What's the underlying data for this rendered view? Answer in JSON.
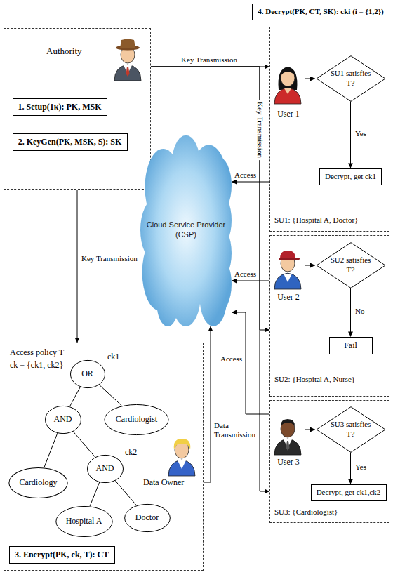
{
  "diagram": {
    "nodes": [
      {
        "text": [
          "Authority"
        ]
      },
      {
        "text": [
          "1. Setup(1κ): PK, MSK"
        ],
        "in": 0
      },
      {
        "text": [
          "2. KeyGen(PK, MSK, S): SK"
        ],
        "in": 0
      },
      {
        "text": [
          "4. Decrypt(PK, CT, SK): cki (i = {1,2})"
        ]
      },
      {
        "text": [
          "User 1",
          "SU1: {Hospital A, Doctor}"
        ]
      },
      {
        "text": [
          "SU1 satisfies T?"
        ],
        "in": 4
      },
      {
        "text": [
          "Decrypt, get ck1"
        ],
        "in": 4
      },
      {
        "text": [
          "User 2",
          "SU2: {Hospital A, Nurse}"
        ]
      },
      {
        "text": [
          "SU2 satisfies T?"
        ],
        "in": 7
      },
      {
        "text": [
          "Fail"
        ],
        "in": 7
      },
      {
        "text": [
          "User 3",
          "SU3: {Cardiologist}"
        ]
      },
      {
        "text": [
          "SU3 satisfies T?"
        ],
        "in": 10
      },
      {
        "text": [
          "Decrypt, get ck1,ck2"
        ],
        "in": 10
      },
      {
        "text": [
          "Cloud Service Provider (CSP)"
        ]
      },
      {
        "text": [
          "Access policy T",
          "ck = {ck1, ck2}",
          "Data Owner"
        ]
      },
      {
        "text": [
          "OR"
        ],
        "in": 14
      },
      {
        "text": [
          "AND"
        ],
        "in": 14
      },
      {
        "text": [
          "Cardiologist"
        ],
        "in": 14
      },
      {
        "text": [
          "Cardiology"
        ],
        "in": 14
      },
      {
        "text": [
          "AND"
        ],
        "in": 14
      },
      {
        "text": [
          "Hospital A"
        ],
        "in": 14
      },
      {
        "text": [
          "Doctor"
        ],
        "in": 14
      },
      {
        "text": [
          "3. Encrypt(PK, ck, T): CT"
        ],
        "in": 14
      }
    ],
    "edges": [
      {
        "from": 0,
        "to": 4,
        "label": "Key Transmission",
        "arrow": "to"
      },
      {
        "from": 0,
        "to": 14,
        "label": "Key Transmission",
        "arrow": "to"
      },
      {
        "from": 0,
        "to": 7,
        "arrow": "to"
      },
      {
        "from": 0,
        "to": 10,
        "label": "Key Transmission",
        "arrow": "to"
      },
      {
        "from": 14,
        "to": 13,
        "label": "Data Transmission",
        "arrow": "to"
      },
      {
        "from": 4,
        "to": 13,
        "label": "Access",
        "arrow": "to"
      },
      {
        "from": 7,
        "to": 13,
        "label": "Access",
        "arrow": "to"
      },
      {
        "from": 10,
        "to": 13,
        "label": "Access",
        "arrow": "to"
      },
      {
        "from": 5,
        "to": 6,
        "label": "Yes",
        "arrow": "to"
      },
      {
        "from": 8,
        "to": 9,
        "label": "No",
        "arrow": "to"
      },
      {
        "from": 11,
        "to": 12,
        "label": "Yes",
        "arrow": "to"
      },
      {
        "from": 15,
        "to": 16,
        "arrow": "none"
      },
      {
        "from": 15,
        "to": 17,
        "arrow": "none"
      },
      {
        "from": 16,
        "to": 18,
        "arrow": "none"
      },
      {
        "from": 16,
        "to": 19,
        "arrow": "none"
      },
      {
        "from": 19,
        "to": 20,
        "arrow": "none"
      },
      {
        "from": 19,
        "to": 21,
        "arrow": "none"
      }
    ],
    "labels": [
      "ck1",
      "ck2"
    ]
  }
}
